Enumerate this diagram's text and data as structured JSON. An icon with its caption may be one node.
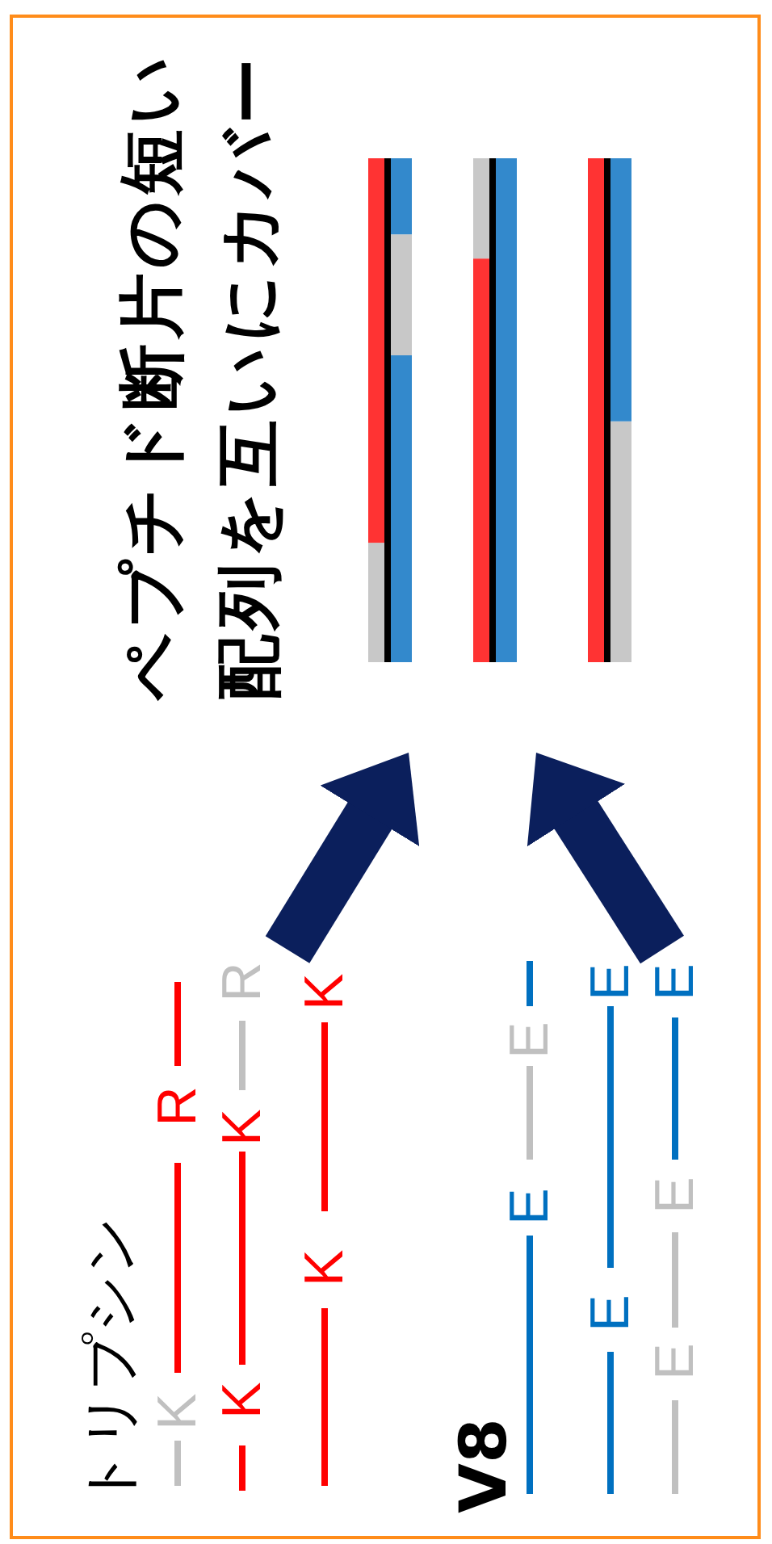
{
  "diagram": {
    "title": "ペプチド断片の短い配列を互いにカバー",
    "nodes": [
      {
        "text": [
          "トリプシン",
          "K",
          "R",
          "K",
          "K",
          "R",
          "K",
          "K"
        ]
      },
      {
        "text": [
          "V8",
          "E",
          "E",
          "E",
          "E",
          "E",
          "E",
          "E"
        ]
      },
      {
        "text": [],
        "shape": "bar"
      }
    ],
    "edges": [
      {
        "from": 0,
        "to": 2,
        "arrow": "to"
      },
      {
        "from": 1,
        "to": 2,
        "arrow": "to"
      }
    ]
  }
}
